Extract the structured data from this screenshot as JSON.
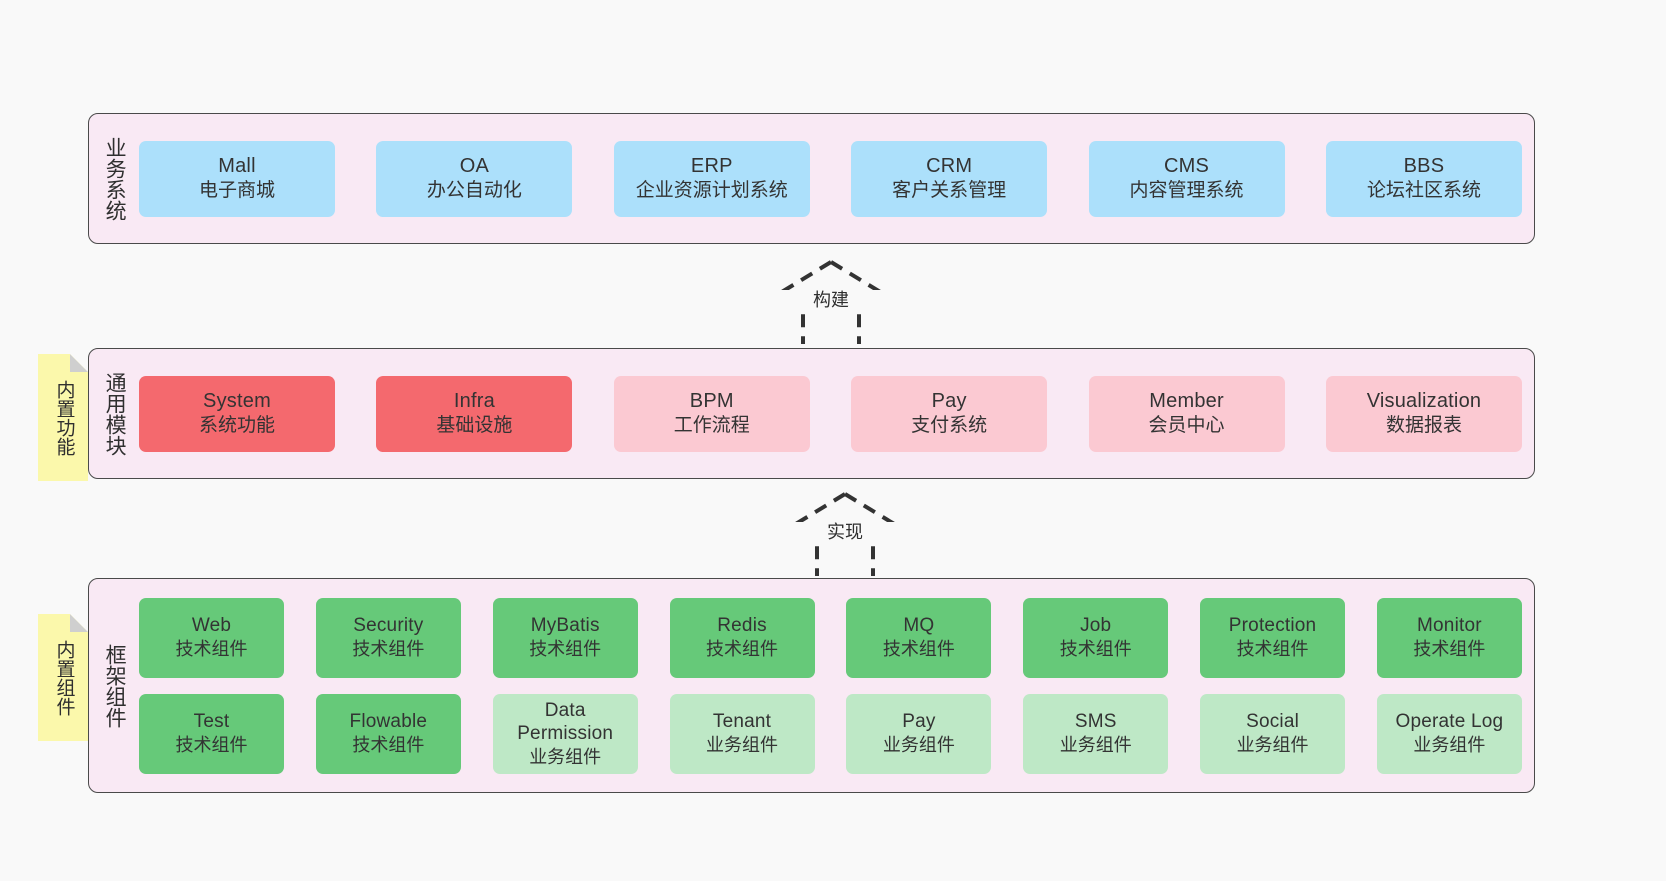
{
  "diagram": {
    "background_color": "#f9f9f9",
    "layer_fill": "#f9e9f4",
    "layer_border": "#4a4a4a",
    "note_fill": "#fbf8ab"
  },
  "layers": [
    {
      "id": "business",
      "caption": "业务系统",
      "box_color": "#ace0fb",
      "nodes": [
        {
          "en": "Mall",
          "cn": "电子商城",
          "color": "#ace0fb"
        },
        {
          "en": "OA",
          "cn": "办公自动化",
          "color": "#ace0fb"
        },
        {
          "en": "ERP",
          "cn": "企业资源计划系统",
          "color": "#ace0fb"
        },
        {
          "en": "CRM",
          "cn": "客户关系管理",
          "color": "#ace0fb"
        },
        {
          "en": "CMS",
          "cn": "内容管理系统",
          "color": "#ace0fb"
        },
        {
          "en": "BBS",
          "cn": "论坛社区系统",
          "color": "#ace0fb"
        }
      ]
    },
    {
      "id": "common",
      "caption": "通用模块",
      "note": "内置功能",
      "nodes": [
        {
          "en": "System",
          "cn": "系统功能",
          "color": "#f4696e"
        },
        {
          "en": "Infra",
          "cn": "基础设施",
          "color": "#f4696e"
        },
        {
          "en": "BPM",
          "cn": "工作流程",
          "color": "#fbc9d2"
        },
        {
          "en": "Pay",
          "cn": "支付系统",
          "color": "#fbc9d2"
        },
        {
          "en": "Member",
          "cn": "会员中心",
          "color": "#fbc9d2"
        },
        {
          "en": "Visualization",
          "cn": "数据报表",
          "color": "#fbc9d2"
        }
      ]
    },
    {
      "id": "framework",
      "caption": "框架组件",
      "note": "内置组件",
      "rows": [
        {
          "nodes": [
            {
              "en": "Web",
              "cn": "技术组件",
              "color": "#66c979"
            },
            {
              "en": "Security",
              "cn": "技术组件",
              "color": "#66c979"
            },
            {
              "en": "MyBatis",
              "cn": "技术组件",
              "color": "#66c979"
            },
            {
              "en": "Redis",
              "cn": "技术组件",
              "color": "#66c979"
            },
            {
              "en": "MQ",
              "cn": "技术组件",
              "color": "#66c979"
            },
            {
              "en": "Job",
              "cn": "技术组件",
              "color": "#66c979"
            },
            {
              "en": "Protection",
              "cn": "技术组件",
              "color": "#66c979"
            },
            {
              "en": "Monitor",
              "cn": "技术组件",
              "color": "#66c979"
            }
          ]
        },
        {
          "nodes": [
            {
              "en": "Test",
              "cn": "技术组件",
              "color": "#66c979"
            },
            {
              "en": "Flowable",
              "cn": "技术组件",
              "color": "#66c979"
            },
            {
              "en": "Data Permission",
              "cn": "业务组件",
              "color": "#bee8c6"
            },
            {
              "en": "Tenant",
              "cn": "业务组件",
              "color": "#bee8c6"
            },
            {
              "en": "Pay",
              "cn": "业务组件",
              "color": "#bee8c6"
            },
            {
              "en": "SMS",
              "cn": "业务组件",
              "color": "#bee8c6"
            },
            {
              "en": "Social",
              "cn": "业务组件",
              "color": "#bee8c6"
            },
            {
              "en": "Operate Log",
              "cn": "业务组件",
              "color": "#bee8c6"
            }
          ]
        }
      ]
    }
  ],
  "connectors": [
    {
      "id": "build",
      "label": "构建",
      "style": "dashed-hollow-triangle-up"
    },
    {
      "id": "impl",
      "label": "实现",
      "style": "dashed-hollow-triangle-up"
    }
  ]
}
